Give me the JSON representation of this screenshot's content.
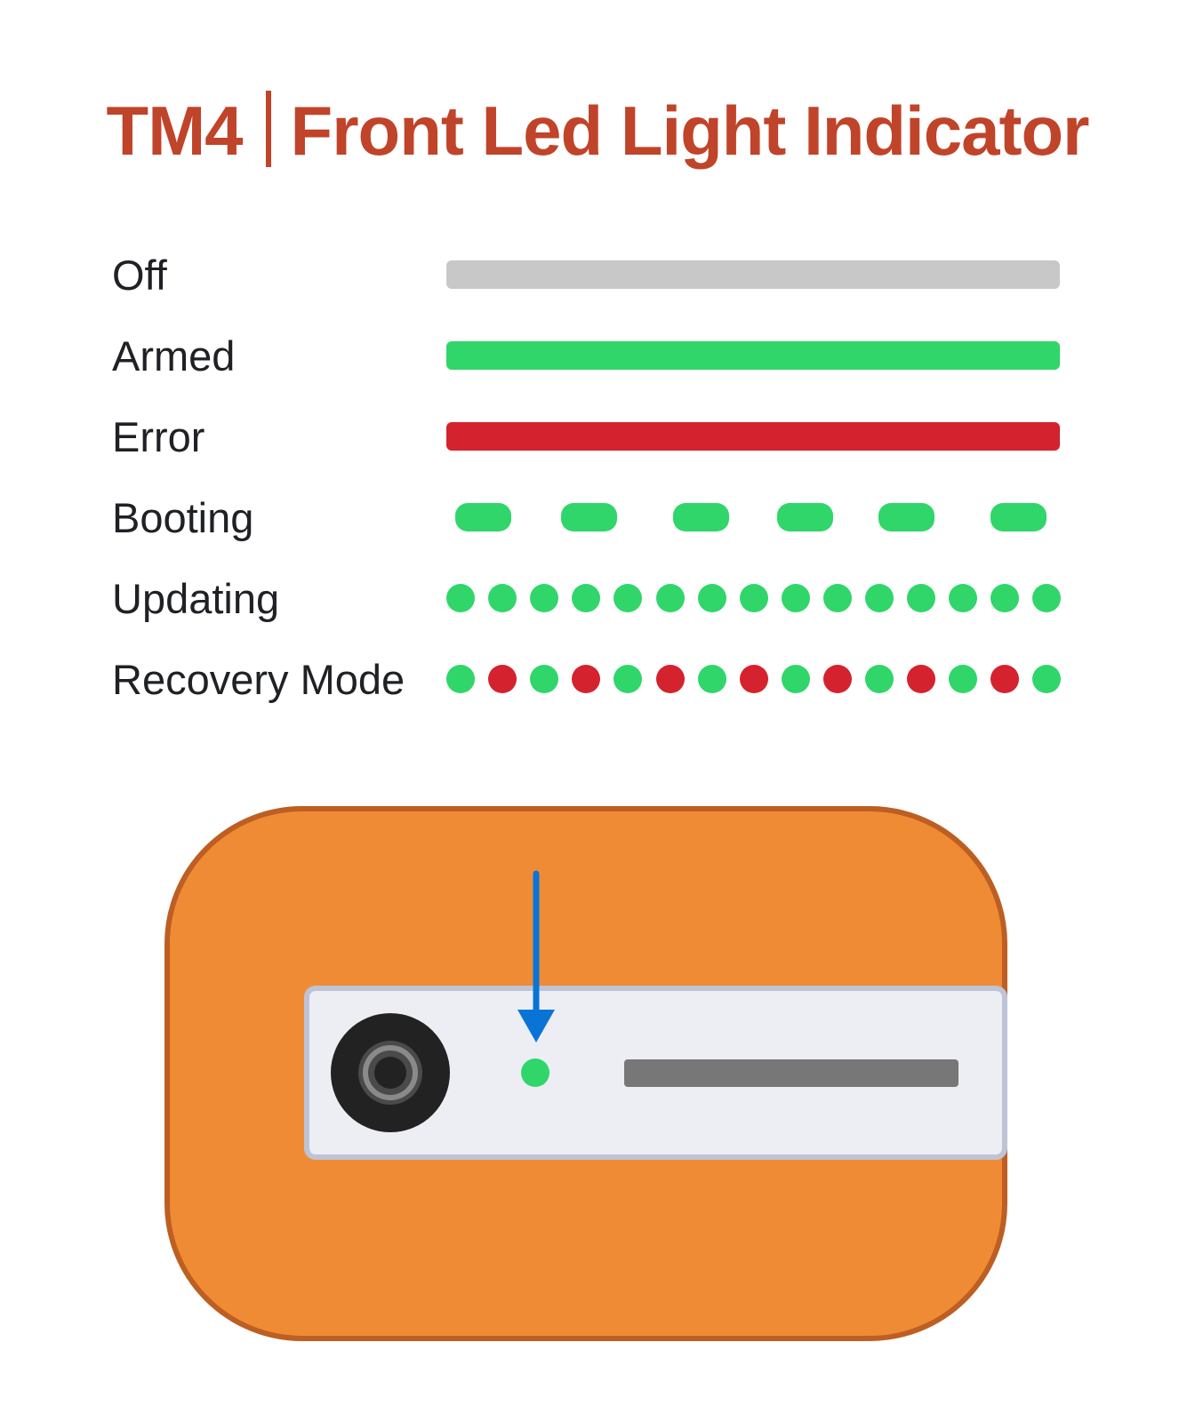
{
  "title": {
    "model": "TM4",
    "text": "Front Led Light Indicator"
  },
  "colors": {
    "title": "#c0442a",
    "off": "#c8c8c8",
    "green": "#30d66a",
    "red": "#d4232e",
    "device_body": "#f08b35",
    "device_border": "#bd5f22",
    "panel": "#edeef3",
    "panel_border": "#bec3d6",
    "arrow": "#0a74d6",
    "slot": "#777777",
    "camera": "#222222"
  },
  "states": [
    {
      "label": "Off",
      "pattern": "solid",
      "colors": [
        "off"
      ]
    },
    {
      "label": "Armed",
      "pattern": "solid",
      "colors": [
        "green"
      ]
    },
    {
      "label": "Error",
      "pattern": "solid",
      "colors": [
        "red"
      ]
    },
    {
      "label": "Booting",
      "pattern": "dash",
      "count": 6,
      "colors": [
        "green"
      ]
    },
    {
      "label": "Updating",
      "pattern": "dot",
      "count": 15,
      "colors": [
        "green"
      ]
    },
    {
      "label": "Recovery Mode",
      "pattern": "dot",
      "count": 15,
      "colors": [
        "green",
        "red"
      ]
    }
  ],
  "device": {
    "icons": [
      "camera-icon",
      "arrow-down-icon"
    ],
    "led_color": "green"
  }
}
